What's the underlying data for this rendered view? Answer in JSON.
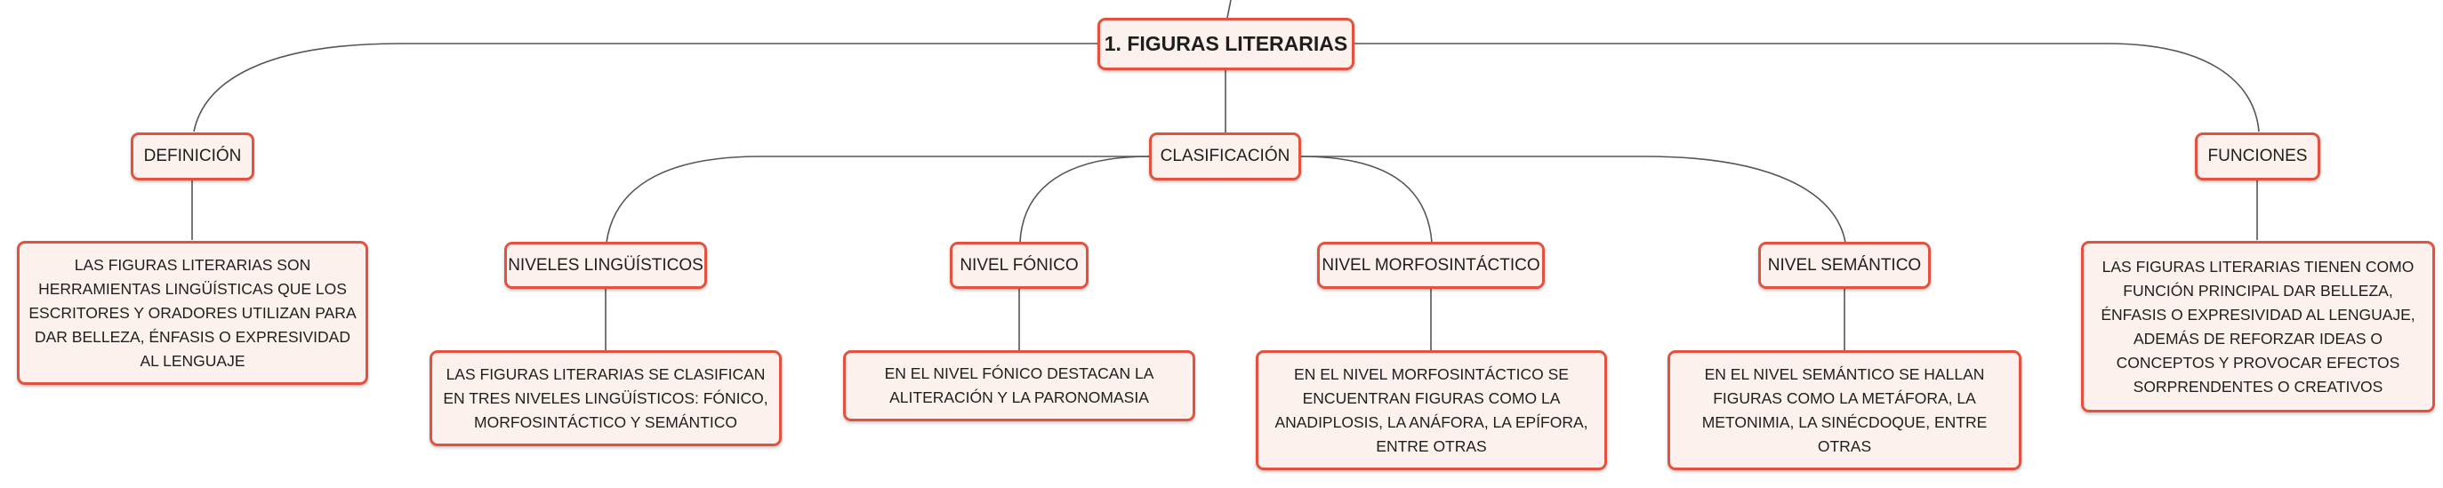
{
  "colors": {
    "node_border": "#e5513f",
    "node_fill": "#fdf1ed",
    "connector": "#555555"
  },
  "root": {
    "title": "1. FIGURAS LITERARIAS"
  },
  "definicion": {
    "label": "DEFINICIÓN",
    "text": "LAS FIGURAS LITERARIAS SON HERRAMIENTAS LINGÜÍSTICAS QUE LOS ESCRITORES Y ORADORES UTILIZAN PARA DAR BELLEZA, ÉNFASIS O EXPRESIVIDAD AL LENGUAJE"
  },
  "clasificacion": {
    "label": "CLASIFICACIÓN",
    "niveles_linguisticos": {
      "label": "NIVELES LINGÜÍSTICOS",
      "text": "LAS FIGURAS LITERARIAS SE CLASIFICAN EN TRES NIVELES LINGÜÍSTICOS: FÓNICO, MORFOSINTÁCTICO Y SEMÁNTICO"
    },
    "nivel_fonico": {
      "label": "NIVEL FÓNICO",
      "text": "EN EL NIVEL FÓNICO DESTACAN LA ALITERACIÓN Y LA PARONOMASIA"
    },
    "nivel_morfosintactico": {
      "label": "NIVEL MORFOSINTÁCTICO",
      "text": "EN EL NIVEL MORFOSINTÁCTICO SE ENCUENTRAN FIGURAS COMO LA ANADIPLOSIS, LA ANÁFORA, LA EPÍFORA, ENTRE OTRAS"
    },
    "nivel_semantico": {
      "label": "NIVEL SEMÁNTICO",
      "text": "EN EL NIVEL SEMÁNTICO SE HALLAN FIGURAS COMO LA METÁFORA, LA METONIMIA, LA SINÉCDOQUE, ENTRE OTRAS"
    }
  },
  "funciones": {
    "label": "FUNCIONES",
    "text": "LAS FIGURAS LITERARIAS TIENEN COMO FUNCIÓN PRINCIPAL DAR BELLEZA, ÉNFASIS O EXPRESIVIDAD AL LENGUAJE, ADEMÁS DE REFORZAR IDEAS O CONCEPTOS Y PROVOCAR EFECTOS SORPRENDENTES O CREATIVOS"
  }
}
